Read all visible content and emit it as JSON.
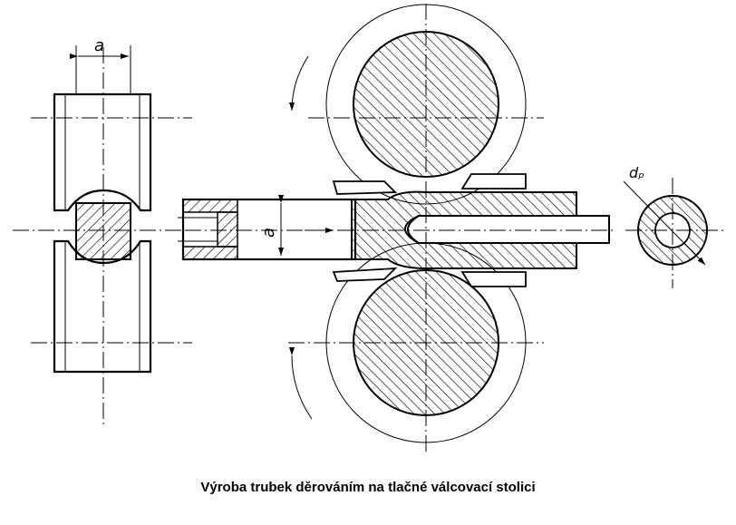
{
  "caption": "Výroba trubek děrováním na tlačné válcovací stolici",
  "labels": {
    "width_top": "a",
    "width_mid": "a",
    "pipe_diameter": "dₚ"
  }
}
